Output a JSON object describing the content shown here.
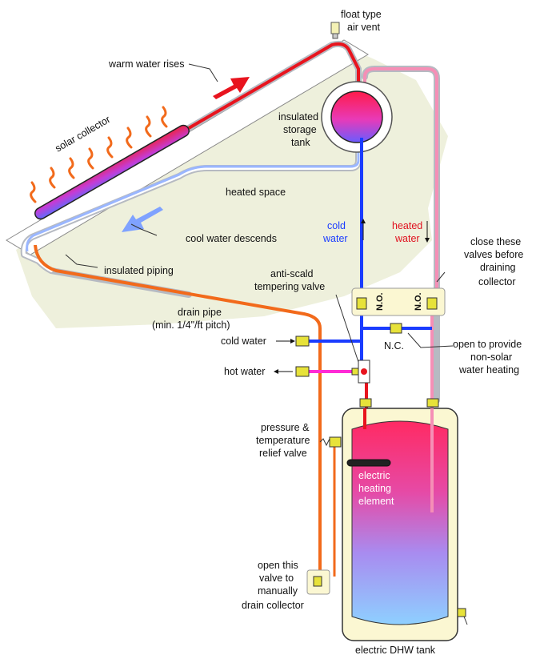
{
  "labels": {
    "float_vent_1": "float type",
    "float_vent_2": "air vent",
    "warm_rises": "warm water rises",
    "solar_collector": "solar collector",
    "storage_1": "insulated",
    "storage_2": "storage",
    "storage_3": "tank",
    "heated_space": "heated space",
    "cold_water_line_1": "cold",
    "cold_water_line_2": "water",
    "heated_water_1": "heated",
    "heated_water_2": "water",
    "cool_descends": "cool water descends",
    "insulated_piping": "insulated piping",
    "close_valves_1": "close these",
    "close_valves_2": "valves before",
    "close_valves_3": "draining",
    "close_valves_4": "collector",
    "anti_scald_1": "anti-scald",
    "anti_scald_2": "tempering valve",
    "drain_pipe_1": "drain pipe",
    "drain_pipe_2": "(min. 1/4\"/ft pitch)",
    "cold_water_in": "cold water",
    "hot_water_out": "hot water",
    "nc": "N.C.",
    "no_1": "N.O.",
    "no_2": "N.O.",
    "open_provide_1": "open to provide",
    "open_provide_2": "non-solar",
    "open_provide_3": "water heating",
    "prv_1": "pressure &",
    "prv_2": "temperature",
    "prv_3": "relief valve",
    "element_1": "electric",
    "element_2": "heating",
    "element_3": "element",
    "drain_valve_1": "open this",
    "drain_valve_2": "valve to",
    "drain_valve_3": "manually",
    "drain_valve_4": "drain collector",
    "dhw_tank": "electric DHW tank"
  },
  "colors": {
    "hot": "#e8141e",
    "cold": "#1a3cff",
    "heated_pink": "#f58fb6",
    "drain_orange": "#f26a1b",
    "mix_magenta": "#ff2bd6",
    "insulation": "#b8bcc4",
    "space": "#eef0dc",
    "tank_fill": "#fbf7d2",
    "valve_yellow": "#e7e23a"
  }
}
